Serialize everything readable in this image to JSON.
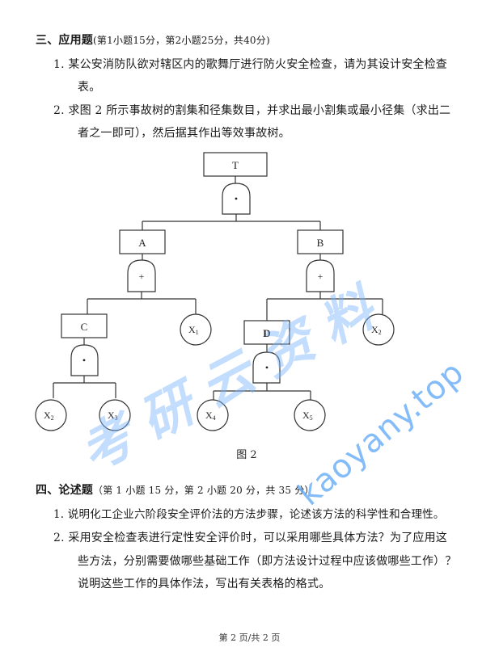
{
  "section3": {
    "title": "三、应用题",
    "note": "(第1小题15分，第2小题25分，共40分)",
    "q1": {
      "line1": "1. 某公安消防队欲对辖区内的歌舞厅进行防火安全检查，请为其设计安全检查",
      "line2": "表。"
    },
    "q2": {
      "line1": "2. 求图 2 所示事故树的割集和径集数目，并求出最小割集或最小径集（求出二",
      "line2": "者之一即可），然后据其作出等效事故树。"
    }
  },
  "figure": {
    "caption": "图 2",
    "nodes": {
      "T": "T",
      "A": "A",
      "B": "B",
      "C": "C",
      "D": "D",
      "X1": "X1",
      "X2_right": "X2",
      "X2_left": "X2",
      "X3": "X3",
      "X4": "X4",
      "X5": "X5"
    },
    "gates": {
      "top": "•",
      "A": "+",
      "B": "+",
      "C": "•",
      "D": "•"
    }
  },
  "section4": {
    "title": "四、论述题",
    "note": "（第 1 小题 15 分，第 2 小题 20 分，共 35 分）",
    "q1": {
      "line1": "1. 说明化工企业六阶段安全评价法的方法步骤，论述该方法的科学性和合理性。"
    },
    "q2": {
      "line1": "2. 采用安全检查表进行定性安全评价时，可以采用哪些具体方法？为了应用这",
      "line2": "些方法，分别需要做哪些基础工作（即方法设计过程中应该做哪些工作）？",
      "line3": "说明这些工作的具体作法，写出有关表格的格式。"
    }
  },
  "footer": {
    "page_info": "第 2 页/共 2 页"
  },
  "watermark": {
    "chinese": "考研云资料",
    "url": "kaoyany.top",
    "color": "#78b4fa"
  }
}
